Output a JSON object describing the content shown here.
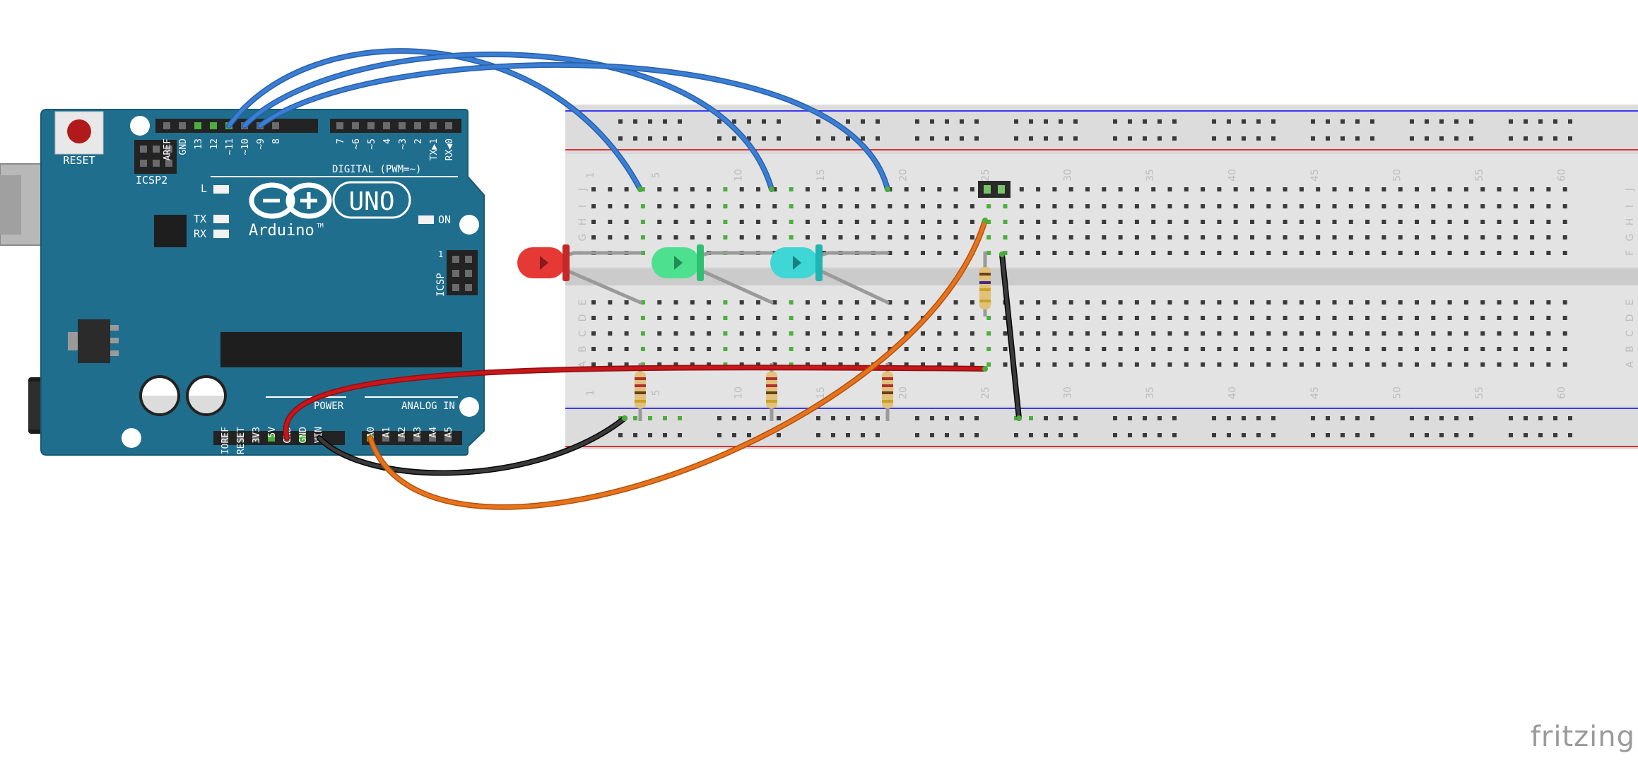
{
  "arduino": {
    "reset_label": "RESET",
    "icsp2_label": "ICSP2",
    "icsp_label": "ICSP",
    "brand": "Arduino",
    "trademark": "TM",
    "model": "UNO",
    "l_label": "L",
    "tx_label": "TX",
    "rx_label": "RX",
    "on_label": "ON",
    "digital_label": "DIGITAL (PWM=~)",
    "power_label": "POWER",
    "analog_label": "ANALOG IN",
    "header1_pins": [
      "AREF",
      "GND",
      "13",
      "12",
      "~11",
      "~10",
      "~9",
      "8"
    ],
    "header2_pins": [
      "7",
      "~6",
      "~5",
      "4",
      "~3",
      "2",
      "TX▶1",
      "RX◀0"
    ],
    "power_pins": [
      "IOREF",
      "RESET",
      "3V3",
      "5V",
      "GND",
      "GND",
      "VIN"
    ],
    "analog_pins": [
      "A0",
      "A1",
      "A2",
      "A3",
      "A4",
      "A5"
    ],
    "board_color": "#1f6e8e"
  },
  "breadboard": {
    "row_letters_top": [
      "J",
      "I",
      "H",
      "G",
      "F"
    ],
    "row_letters_bottom": [
      "E",
      "D",
      "C",
      "B",
      "A"
    ],
    "column_numbers": [
      "1",
      "5",
      "10",
      "15",
      "20",
      "25",
      "30",
      "35",
      "40",
      "45",
      "50",
      "55",
      "60"
    ]
  },
  "components": {
    "leds": [
      {
        "color": "red",
        "hex": "#e53935"
      },
      {
        "color": "green",
        "hex": "#4de08f"
      },
      {
        "color": "cyan",
        "hex": "#3fd6d6"
      }
    ],
    "wire_colors": {
      "digital": "#3a7fd5",
      "power": "#c8161b",
      "ground": "#2a2a2a",
      "analog": "#e8731c"
    }
  },
  "watermark": "fritzing"
}
